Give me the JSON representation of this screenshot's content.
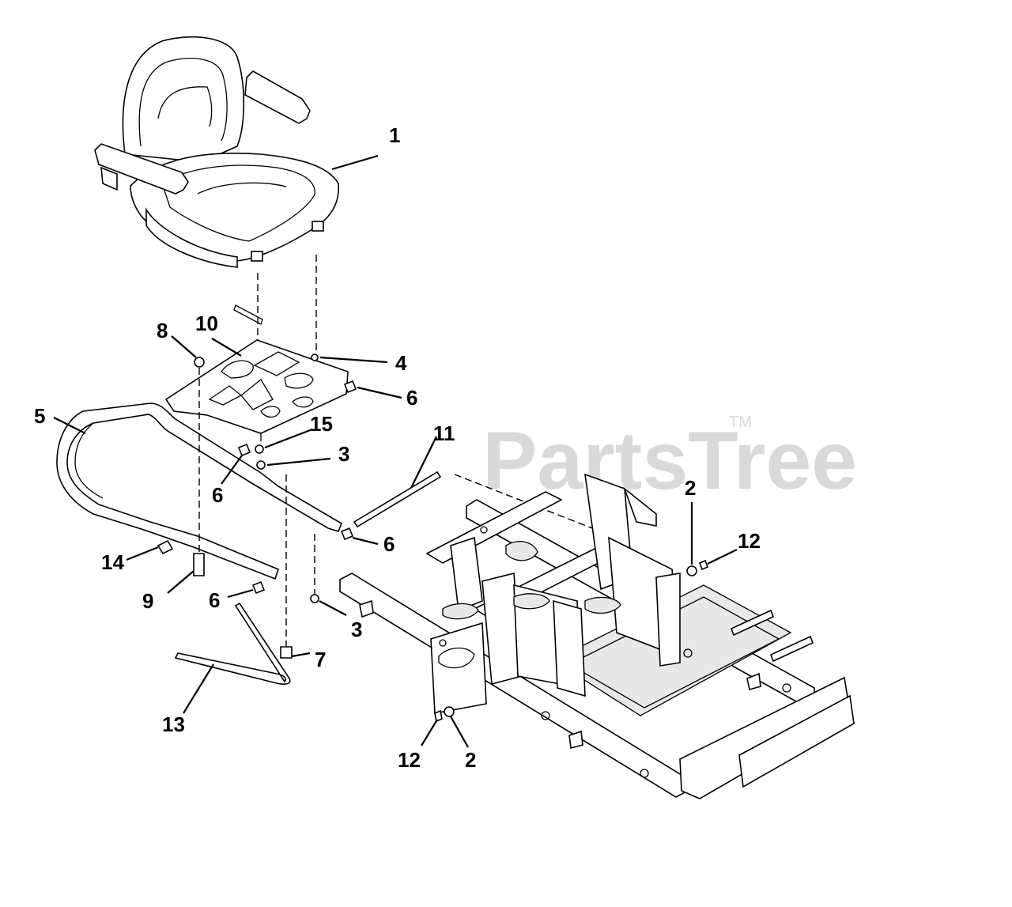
{
  "watermark": {
    "brand": "PartsTree",
    "trademark": "TM"
  },
  "callouts": [
    {
      "id": "c1",
      "label": "1"
    },
    {
      "id": "c2a",
      "label": "2"
    },
    {
      "id": "c2b",
      "label": "2"
    },
    {
      "id": "c3a",
      "label": "3"
    },
    {
      "id": "c3b",
      "label": "3"
    },
    {
      "id": "c4",
      "label": "4"
    },
    {
      "id": "c5",
      "label": "5"
    },
    {
      "id": "c6a",
      "label": "6"
    },
    {
      "id": "c6b",
      "label": "6"
    },
    {
      "id": "c6c",
      "label": "6"
    },
    {
      "id": "c6d",
      "label": "6"
    },
    {
      "id": "c7",
      "label": "7"
    },
    {
      "id": "c8",
      "label": "8"
    },
    {
      "id": "c9",
      "label": "9"
    },
    {
      "id": "c10",
      "label": "10"
    },
    {
      "id": "c11",
      "label": "11"
    },
    {
      "id": "c12a",
      "label": "12"
    },
    {
      "id": "c12b",
      "label": "12"
    },
    {
      "id": "c13",
      "label": "13"
    },
    {
      "id": "c14",
      "label": "14"
    },
    {
      "id": "c15",
      "label": "15"
    }
  ]
}
